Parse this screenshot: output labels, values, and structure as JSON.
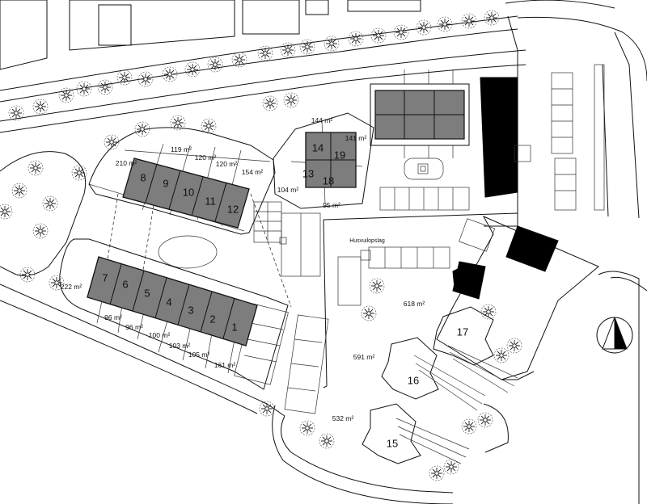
{
  "plots": [
    {
      "id": "h1",
      "number": "1"
    },
    {
      "id": "h2",
      "number": "2"
    },
    {
      "id": "h3",
      "number": "3"
    },
    {
      "id": "h4",
      "number": "4"
    },
    {
      "id": "h5",
      "number": "5"
    },
    {
      "id": "h6",
      "number": "6"
    },
    {
      "id": "h7",
      "number": "7"
    },
    {
      "id": "h8",
      "number": "8"
    },
    {
      "id": "h9",
      "number": "9"
    },
    {
      "id": "h10",
      "number": "10"
    },
    {
      "id": "h11",
      "number": "11"
    },
    {
      "id": "h12",
      "number": "12"
    },
    {
      "id": "h13",
      "number": "13"
    },
    {
      "id": "h14",
      "number": "14"
    },
    {
      "id": "h18",
      "number": "18"
    },
    {
      "id": "h19",
      "number": "19"
    },
    {
      "id": "h15",
      "number": "15"
    },
    {
      "id": "h16",
      "number": "16"
    },
    {
      "id": "h17",
      "number": "17"
    }
  ],
  "areas": {
    "a210": "210 m²",
    "a119": "119 m²",
    "a120a": "120 m²",
    "a120b": "120 m²",
    "a154": "154 m²",
    "a144": "144 m²",
    "a141": "141 m²",
    "a104": "104 m²",
    "a95": "95 m²",
    "a222": "222 m²",
    "a96a": "96 m²",
    "a96b": "96 m²",
    "a100": "100 m²",
    "a103": "103 m²",
    "a105": "105 m²",
    "a161": "161 m²",
    "a618": "618 m²",
    "a591": "591 m²",
    "a532": "532 m²"
  },
  "labels": {
    "bin_area": "Husvuilopslag"
  }
}
